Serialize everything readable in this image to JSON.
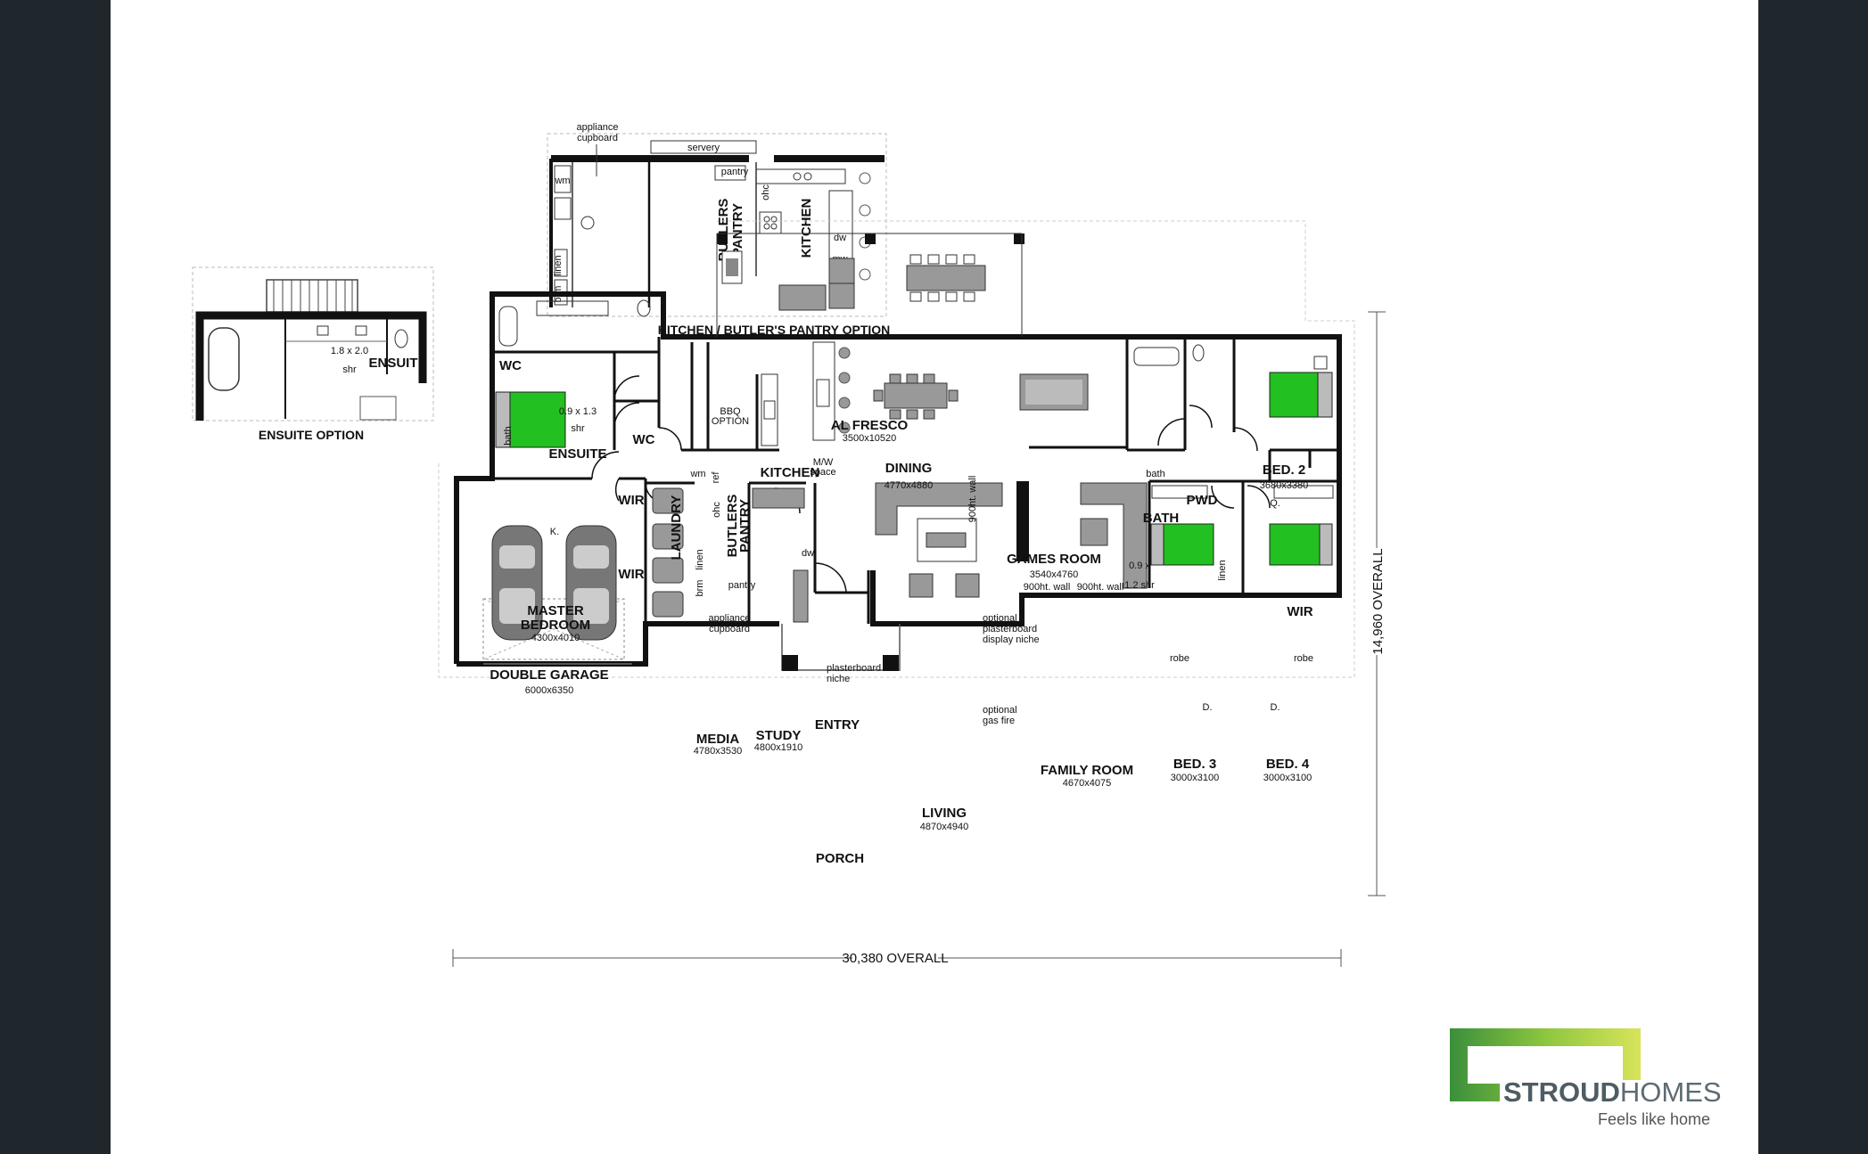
{
  "inset_kitchen": {
    "title": "KITCHEN / BUTLER'S PANTRY OPTION",
    "appliance_line1": "appliance",
    "appliance_line2": "cupboard",
    "servery": "servery",
    "wm": "wm",
    "pantry": "pantry",
    "butlers_line1": "BUTLERS",
    "butlers_line2": "PANTRY",
    "kitchen": "KITCHEN",
    "dw": "dw",
    "mw": "mw",
    "ohc": "ohc",
    "linen": "linen",
    "brm": "brm"
  },
  "inset_ensuite": {
    "title": "ENSUITE OPTION",
    "ensuite": "ENSUITE",
    "wc": "WC",
    "shower_size": "1.8 x 2.0",
    "shr": "shr"
  },
  "rooms": {
    "al_fresco": {
      "name": "AL FRESCO",
      "size": "3500x10520"
    },
    "bbq_line1": "BBQ",
    "bbq_line2": "OPTION",
    "ensuite": {
      "name": "ENSUITE",
      "shower": "0.9 x 1.3",
      "shr": "shr",
      "bath": "bath",
      "wc": "WC"
    },
    "kitchen": {
      "name": "KITCHEN",
      "mw_line1": "M/W",
      "mw_line2": "space",
      "dw": "dw"
    },
    "dining": {
      "name": "DINING",
      "size": "4770x4880",
      "wall_note": "900ht. wall"
    },
    "games": {
      "name": "GAMES ROOM",
      "size": "3540x4760",
      "wall_left": "900ht. wall",
      "wall_right": "900ht. wall"
    },
    "bath": {
      "name": "BATH",
      "bath": "bath",
      "shower_line1": "0.9 x",
      "shower_line2": "1.2 shr"
    },
    "pwd": {
      "name": "PWD",
      "linen": "linen"
    },
    "bed2": {
      "name": "BED. 2",
      "size": "3680x3380",
      "bed_label": "Q.",
      "wir": "WIR"
    },
    "laundry": {
      "name": "LAUNDRY",
      "wm": "wm",
      "ref": "ref",
      "linen": "linen",
      "brm": "brm"
    },
    "butlers": {
      "name_line1": "BUTLERS",
      "name_line2": "PANTRY",
      "ohc": "ohc",
      "pantry": "pantry"
    },
    "master": {
      "name_line1": "MASTER",
      "name_line2": "BEDROOM",
      "size": "4300x4010",
      "bed_label": "K.",
      "wir": "WIR"
    },
    "appliance_line1": "appliance",
    "appliance_line2": "cupboard",
    "garage": {
      "name": "DOUBLE GARAGE",
      "size": "6000x6350"
    },
    "media": {
      "name": "MEDIA",
      "size": "4780x3530"
    },
    "study": {
      "name": "STUDY",
      "size": "4800x1910"
    },
    "plasterboard_line1": "plasterboard",
    "plasterboard_line2": "niche",
    "entry": {
      "name": "ENTRY"
    },
    "porch": {
      "name": "PORCH"
    },
    "living": {
      "name": "LIVING",
      "size": "4870x4940"
    },
    "niche_line1": "optional",
    "niche_line2": "plasterboard",
    "niche_line3": "display niche",
    "fire_line1": "optional",
    "fire_line2": "gas fire",
    "family": {
      "name": "FAMILY ROOM",
      "size": "4670x4075"
    },
    "bed3": {
      "name": "BED. 3",
      "size": "3000x3100",
      "bed_label": "D.",
      "robe": "robe"
    },
    "bed4": {
      "name": "BED. 4",
      "size": "3000x3100",
      "bed_label": "D.",
      "robe": "robe"
    }
  },
  "dimensions": {
    "overall_width": "30,380 OVERALL",
    "overall_depth": "14,960 OVERALL"
  },
  "brand": {
    "name_bold": "STROUD",
    "name_light": "HOMES",
    "tagline": "Feels like home",
    "colors": {
      "logo_green": "#8dc63f",
      "logo_dark_green": "#3a8f3b",
      "bed_green": "#22c020",
      "text_grey": "#5d6a72"
    }
  }
}
